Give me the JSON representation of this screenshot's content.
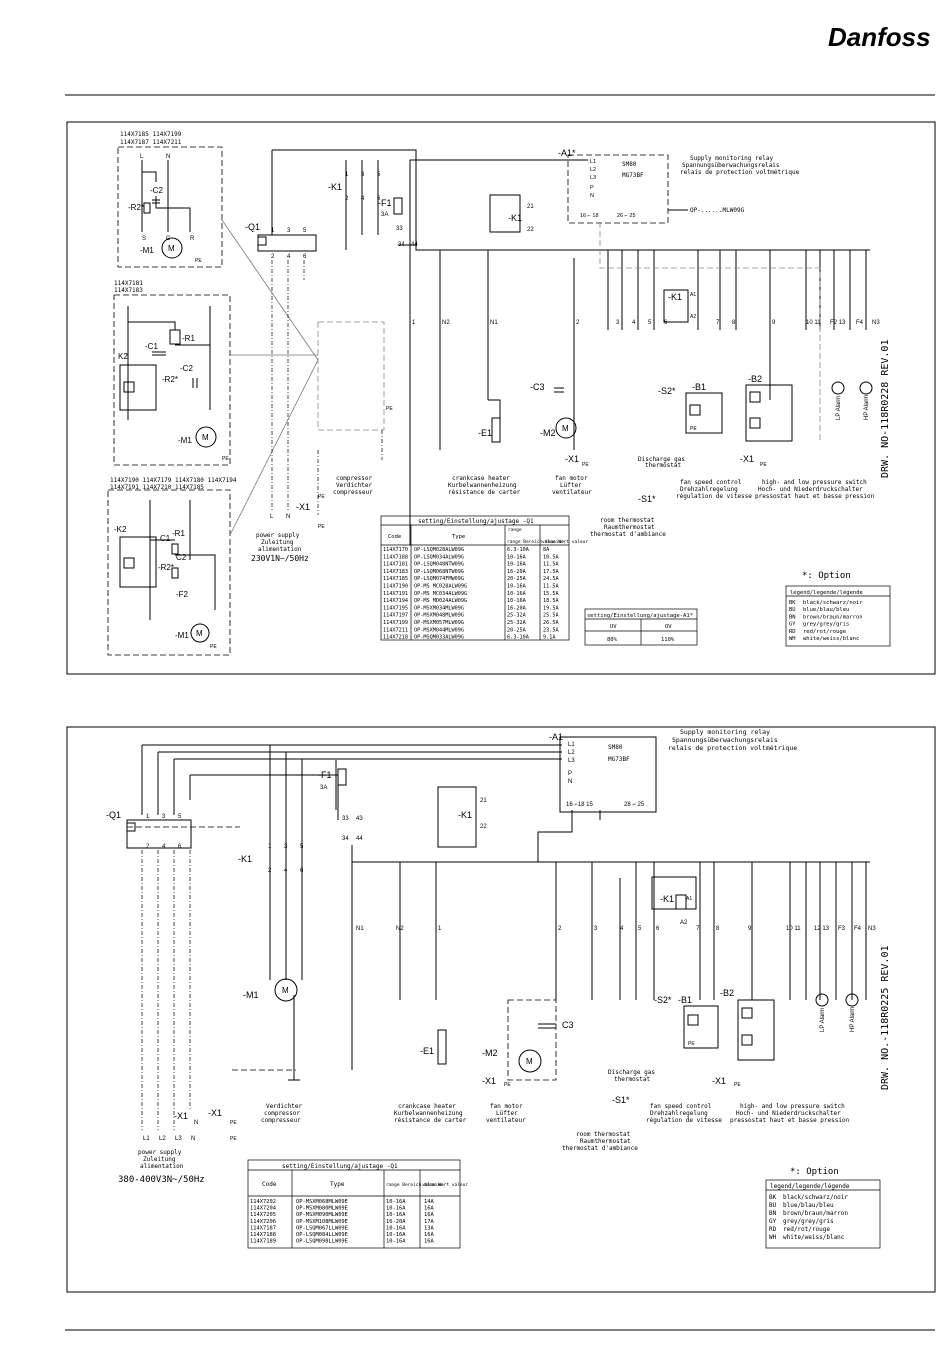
{
  "brand": {
    "logo_text": "Danfoss"
  },
  "diagram1": {
    "codes_a": "114X7185  114X7199",
    "codes_b": "114X7187  114X7211",
    "codes_c": "114X7181",
    "codes_d": "114X7183",
    "codes_e": "114X7190  114X7179  114X7180  114X7194",
    "codes_f": "114X7191  114X7210  114X7185",
    "relay_title": "Supply monitoring relay",
    "relay_title_de": "Spannungsüberwachungsrelais",
    "relay_title_fr": "relais de protection voltmétrique",
    "relay_model": "SM80",
    "relay_model2": "MG73BF",
    "relay_option": "OP-......MLW09G",
    "power": {
      "label": "power supply",
      "label_de": "Zuleitung",
      "label_fr": "alimentation",
      "voltage": "230V1N~/50Hz"
    },
    "compressor": {
      "label": "compressor",
      "label_de": "Verdichter",
      "label_fr": "compresseur"
    },
    "heater": {
      "label": "crankcase heater",
      "label_de": "Kurbelwannenheizung",
      "label_fr": "résistance de carter"
    },
    "fan": {
      "label": "fan motor",
      "label_de": "Lüfter",
      "label_fr": "ventilateur"
    },
    "discharge": {
      "label": "Discharge gas",
      "label2": "thermostat"
    },
    "fan_speed": {
      "label": "fan speed control",
      "label_de": "Drehzahlregelung",
      "label_fr": "régulation de vitesse"
    },
    "pressure": {
      "label": "high- and low pressure switch",
      "label_de": "Hoch- und Niederdruckschalter",
      "label_fr": "pressostat haut et basse pression"
    },
    "room": {
      "label": "room thermostat",
      "label_de": "Raumthermostat",
      "label_fr": "thermostat d'ambiance"
    },
    "drawing_no": "DRW. NO-118R0228  REV.01",
    "option": "*: Option",
    "setting_table": {
      "title": "setting/Einstellung/ajustage -Q1",
      "headers": [
        "Code",
        "Type",
        "range Bereich domaine",
        "value Wert valeur"
      ],
      "rows": [
        [
          "114X7170",
          "OP-LSQM028ALW09G",
          "6.3-10A",
          "8A"
        ],
        [
          "114X7188",
          "OP-LSQM034ALW09G",
          "10-16A",
          "10.5A"
        ],
        [
          "114X7181",
          "OP-LSQM048NTW09G",
          "10-16A",
          "11.5A"
        ],
        [
          "114X7183",
          "OP-LSQM068NTW09G",
          "16-20A",
          "17.5A"
        ],
        [
          "114X7185",
          "OP-LSQM074FMW09G",
          "20-25A",
          "24.5A"
        ],
        [
          "114X7190",
          "OP-MS MC028ALW09G",
          "10-16A",
          "11.5A"
        ],
        [
          "114X7191",
          "OP-MS MC034ALW09G",
          "10-16A",
          "15.5A"
        ],
        [
          "114X7194",
          "OP-MS MD024ALW09G",
          "10-16A",
          "18.5A"
        ],
        [
          "114X7195",
          "OP-MSXM034MLW09G",
          "16-20A",
          "19.5A"
        ],
        [
          "114X7197",
          "OP-MSXM048MLW09G",
          "25-32A",
          "25.5A"
        ],
        [
          "114X7199",
          "OP-MSXM057MLW09G",
          "25-32A",
          "26.5A"
        ],
        [
          "114X7211",
          "OP-MSXM044MLW09G",
          "20-25A",
          "23.5A"
        ],
        [
          "114X7218",
          "OP-MSQM033ALW09G",
          "6.3-10A",
          "9.1A"
        ]
      ]
    },
    "a1_table": {
      "title": "setting/Einstellung/ajustage-A1*",
      "headers": [
        "UV",
        "OV"
      ],
      "values": [
        "80%",
        "110%"
      ]
    }
  },
  "diagram2": {
    "relay_title": "Supply monitoring relay",
    "relay_title_de": "Spannungsüberwachungsrelais",
    "relay_title_fr": "relais de protection voltmétrique",
    "relay_model": "SM80",
    "relay_model2": "MG73BF",
    "power": {
      "label": "power supply",
      "label_de": "Zuleitung",
      "label_fr": "alimentation",
      "voltage": "380-400V3N~/50Hz"
    },
    "compressor": {
      "label": "Verdichter",
      "label_de": "compressor",
      "label_fr": "compresseur"
    },
    "heater": {
      "label": "crankcase heater",
      "label_de": "Kurbelwannenheizung",
      "label_fr": "résistance de carter"
    },
    "fan": {
      "label": "fan motor",
      "label_de": "Lüfter",
      "label_fr": "ventilateur"
    },
    "discharge": {
      "label": "Discharge gas",
      "label2": "thermostat"
    },
    "fan_speed": {
      "label": "fan speed control",
      "label_de": "Drehzahlregelung",
      "label_fr": "régulation de vitesse"
    },
    "pressure": {
      "label": "high- and low pressure switch",
      "label_de": "Hoch- und Niederdruckschalter",
      "label_fr": "pressostat haut et basse pression"
    },
    "room": {
      "label": "room thermostat",
      "label_de": "Raumthermostat",
      "label_fr": "thermostat d'ambiance"
    },
    "drawing_no": "DRW. NO.-118R0225  REV.01",
    "option": "*: Option",
    "setting_table": {
      "title": "setting/Einstellung/ajustage      -Q1",
      "headers": [
        "Code",
        "Type",
        "range Bereich domaine",
        "value Wert valeur"
      ],
      "rows": [
        [
          "114X7202",
          "OP-MSXM068MLW09E",
          "10-16A",
          "14A"
        ],
        [
          "114X7204",
          "OP-MSXM080MLW09E",
          "10-16A",
          "16A"
        ],
        [
          "114X7205",
          "OP-MSXM090MLW09E",
          "10-16A",
          "16A"
        ],
        [
          "114X7206",
          "OP-MSXM108MLW09E",
          "16-20A",
          "17A"
        ],
        [
          "114X7187",
          "OP-LSQM067LLW09E",
          "10-16A",
          "13A"
        ],
        [
          "114X7188",
          "OP-LSQM084LLW09E",
          "10-16A",
          "16A"
        ],
        [
          "114X7189",
          "OP-LSQM098LLW09E",
          "10-16A",
          "16A"
        ]
      ]
    }
  },
  "legend": {
    "title": "legend/legende/légende",
    "rows": [
      [
        "BK",
        "black/schwarz/noir"
      ],
      [
        "BU",
        "blue/blau/bleu"
      ],
      [
        "BN",
        "brown/braun/marron"
      ],
      [
        "GY",
        "grey/grey/gris"
      ],
      [
        "RD",
        "red/rot/rouge"
      ],
      [
        "WH",
        "white/weiss/blanc"
      ]
    ]
  }
}
